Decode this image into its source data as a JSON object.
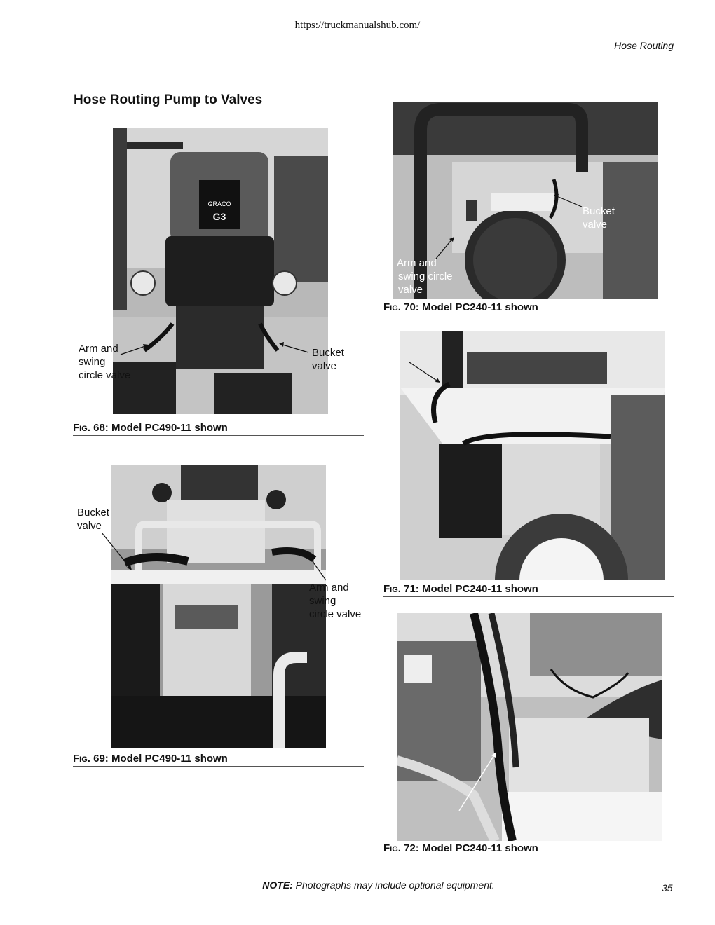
{
  "header": {
    "url": "https://truckmanualshub.com/",
    "section": "Hose Routing"
  },
  "title": "Hose Routing Pump to Valves",
  "figures": [
    {
      "fig_word": "Fig.",
      "caption": " 68: Model PC490-11 shown",
      "labels": [
        {
          "lines": [
            "Arm and",
            "swing",
            "circle valve"
          ]
        },
        {
          "lines": [
            "Bucket",
            "valve"
          ]
        }
      ],
      "logo": {
        "brand": "GRACO",
        "model": "G3"
      }
    },
    {
      "fig_word": "Fig.",
      "caption": " 69: Model PC490-11 shown",
      "labels": [
        {
          "lines": [
            "Bucket",
            "valve"
          ]
        },
        {
          "lines": [
            "Arm and",
            "swing",
            "circle valve"
          ]
        }
      ]
    },
    {
      "fig_word": "Fig.",
      "caption": " 70: Model PC240-11 shown",
      "labels": [
        {
          "lines": [
            "Bucket",
            "valve"
          ]
        },
        {
          "lines": [
            "Arm and",
            "swing circle",
            "valve"
          ]
        }
      ]
    },
    {
      "fig_word": "Fig.",
      "caption": " 71: Model PC240-11 shown"
    },
    {
      "fig_word": "Fig.",
      "caption": " 72: Model PC240-11 shown"
    }
  ],
  "footer": {
    "note_label": "NOTE:",
    "note_text": " Photographs may include optional equipment.",
    "page_number": "35"
  }
}
